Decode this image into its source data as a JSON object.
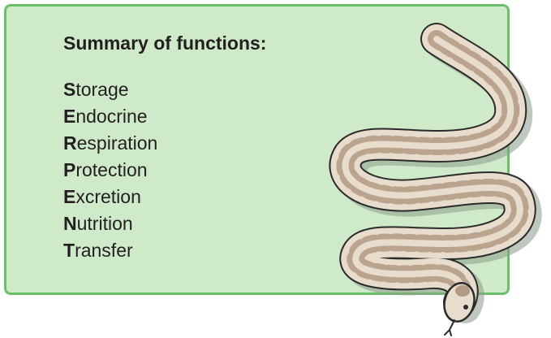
{
  "colors": {
    "panel_fill": "#cfeac8",
    "panel_border": "#6cc06b",
    "text": "#231f20",
    "snake_body": "#e8dccd",
    "snake_pattern": "#b39a82",
    "snake_outline": "#2b2b2b",
    "snake_shadow": "#8a9a8a"
  },
  "summary": {
    "title": "Summary of functions:",
    "items": [
      {
        "initial": "S",
        "rest": "torage"
      },
      {
        "initial": "E",
        "rest": "ndocrine"
      },
      {
        "initial": "R",
        "rest": "espiration"
      },
      {
        "initial": "P",
        "rest": "rotection"
      },
      {
        "initial": "E",
        "rest": "xcretion"
      },
      {
        "initial": "N",
        "rest": "utrition"
      },
      {
        "initial": "T",
        "rest": "ransfer"
      }
    ]
  },
  "illustration": {
    "icon": "snake-icon"
  }
}
